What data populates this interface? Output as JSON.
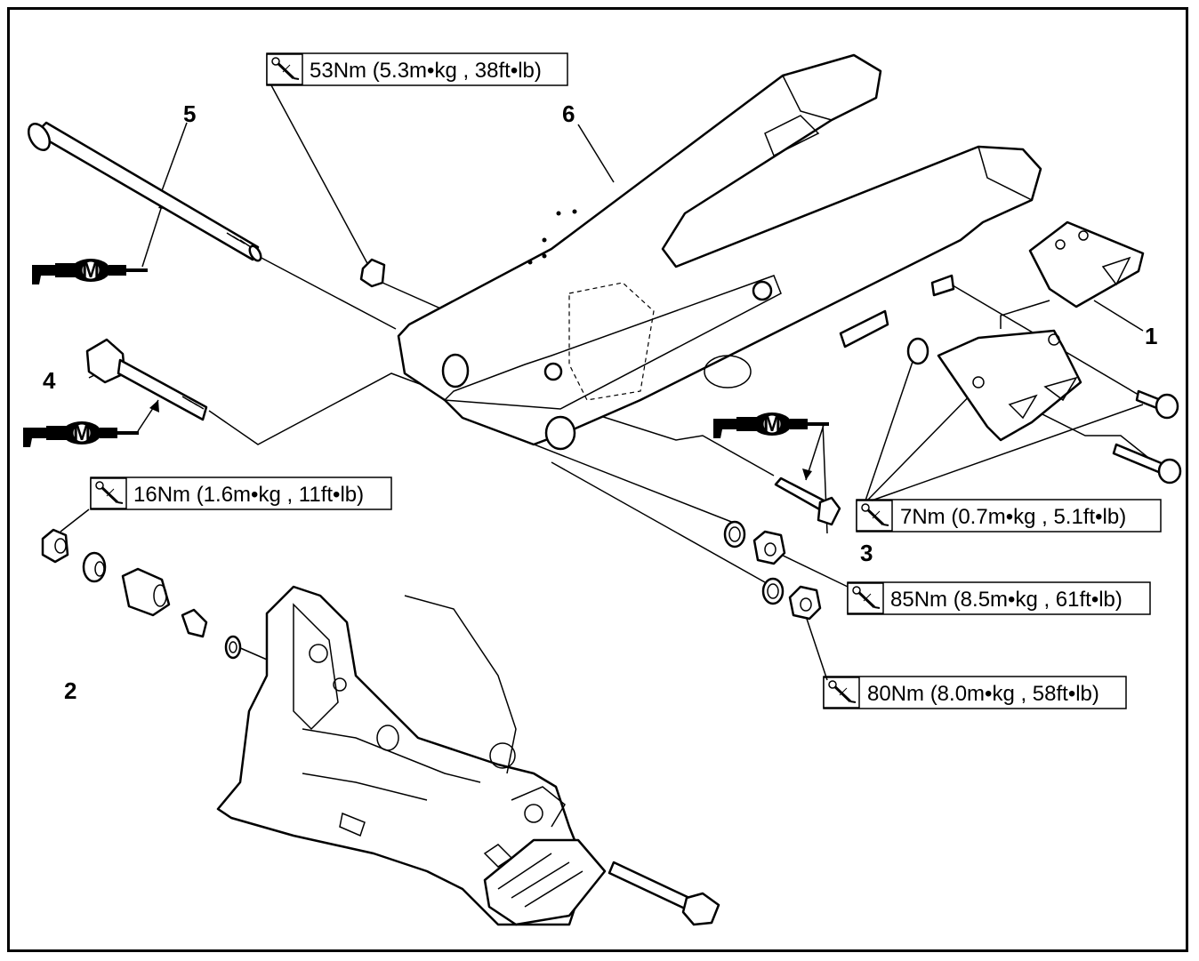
{
  "diagram": {
    "torque_specs": [
      {
        "id": "torque-53",
        "text": "53Nm (5.3m•kg , 38ft•lb)"
      },
      {
        "id": "torque-16",
        "text": "16Nm (1.6m•kg , 11ft•lb)"
      },
      {
        "id": "torque-7",
        "text": "7Nm (0.7m•kg , 5.1ft•lb)"
      },
      {
        "id": "torque-85",
        "text": "85Nm (8.5m•kg , 61ft•lb)"
      },
      {
        "id": "torque-80",
        "text": "80Nm (8.0m•kg , 58ft•lb)"
      }
    ],
    "part_numbers": [
      "1",
      "2",
      "3",
      "4",
      "5",
      "6"
    ],
    "grease_symbol_letter": "M",
    "icons": {
      "torque": "torque-wrench-icon",
      "grease": "molybdenum-grease-icon"
    }
  }
}
